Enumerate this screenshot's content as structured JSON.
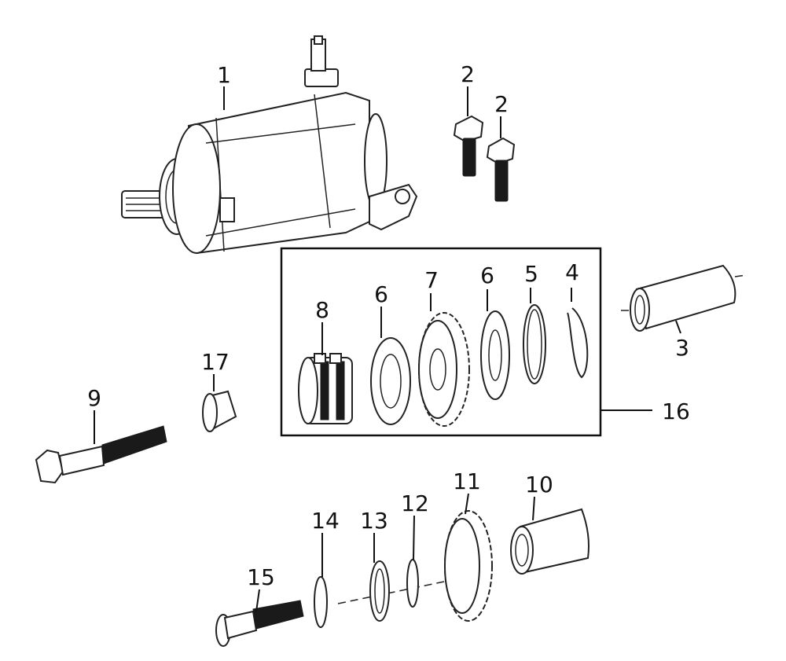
{
  "callouts": {
    "c1": "1",
    "c2a": "2",
    "c2b": "2",
    "c3": "3",
    "c4": "4",
    "c5": "5",
    "c6a": "6",
    "c6b": "6",
    "c7": "7",
    "c8": "8",
    "c9": "9",
    "c10": "10",
    "c11": "11",
    "c12": "12",
    "c13": "13",
    "c14": "14",
    "c15": "15",
    "c16": "16",
    "c17": "17"
  }
}
